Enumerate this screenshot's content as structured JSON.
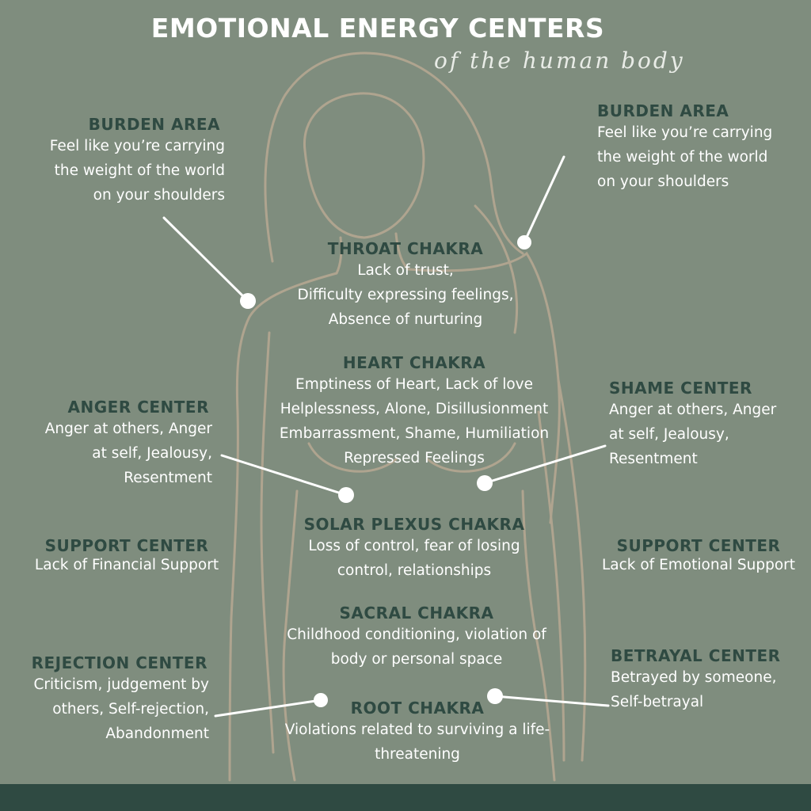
{
  "title": "EMOTIONAL ENERGY CENTERS",
  "subtitle": "of the human body",
  "colors": {
    "background": "#7f8d7e",
    "heading": "#2f4a42",
    "text": "#ffffff",
    "outline": "#b8a993",
    "footer": "#2f4a42"
  },
  "centers": {
    "burden_left": {
      "heading": "BURDEN AREA",
      "text": "Feel like you’re carrying\nthe weight of the world\non your shoulders"
    },
    "burden_right": {
      "heading": "BURDEN AREA",
      "text": "Feel like you’re carrying\nthe weight of the world\non your shoulders"
    },
    "throat": {
      "heading": "THROAT CHAKRA",
      "text": "Lack of trust,\nDifficulty expressing feelings,\nAbsence of nurturing"
    },
    "heart": {
      "heading": "HEART  CHAKRA",
      "text": "Emptiness of Heart, Lack of love\nHelplessness, Alone, Disillusionment\nEmbarrassment, Shame, Humiliation\nRepressed Feelings"
    },
    "anger": {
      "heading": "ANGER CENTER",
      "text": "Anger at others, Anger\nat self, Jealousy,\nResentment"
    },
    "shame": {
      "heading": "SHAME CENTER",
      "text": "Anger at others, Anger\nat self, Jealousy,\nResentment"
    },
    "support_left": {
      "heading": "SUPPORT CENTER",
      "text": "Lack of Financial Support"
    },
    "support_right": {
      "heading": "SUPPORT CENTER",
      "text": "Lack of Emotional Support"
    },
    "solar": {
      "heading": "SOLAR PLEXUS CHAKRA",
      "text": "Loss of control, fear of losing\ncontrol, relationships"
    },
    "sacral": {
      "heading": "SACRAL CHAKRA",
      "text": "Childhood conditioning, violation of\nbody or personal space"
    },
    "rejection": {
      "heading": "REJECTION CENTER",
      "text": "Criticism, judgement by\nothers, Self-rejection,\nAbandonment"
    },
    "betrayal": {
      "heading": "BETRAYAL CENTER",
      "text": "Betrayed by someone,\nSelf-betrayal"
    },
    "root": {
      "heading": "ROOT CHAKRA",
      "text": "Violations related to surviving a life-\nthreatening"
    }
  }
}
